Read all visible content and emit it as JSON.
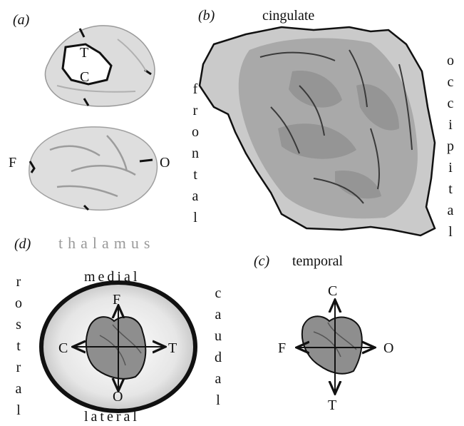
{
  "panels": {
    "a": {
      "label": "(a)",
      "letters": {
        "T": "T",
        "C": "C",
        "F": "F",
        "O": "O"
      }
    },
    "b": {
      "label": "(b)",
      "top": "cingulate",
      "left": "frontal",
      "right": "occipital"
    },
    "c": {
      "label": "(c)",
      "bottom": "temporal",
      "axes": {
        "top": "C",
        "bottom": "T",
        "left": "F",
        "right": "O"
      }
    },
    "d": {
      "label": "(d)",
      "title": "thalamus",
      "top": "medial",
      "bottom": "lateral",
      "left": "rostral",
      "right": "caudal",
      "axes": {
        "top": "F",
        "bottom": "O",
        "left": "C",
        "right": "T"
      }
    }
  },
  "colors": {
    "tissue_light": "#c9c9c9",
    "tissue_mid": "#a6a6a6",
    "tissue_dark": "#8e8e8e",
    "outline": "#1a1a1a",
    "label_gray": "#9a9a9a"
  },
  "icons": [
    "brain-medial-view",
    "brain-lateral-view",
    "flattened-cortex-map",
    "thalamus-ellipse",
    "axis-cross-arrows"
  ]
}
